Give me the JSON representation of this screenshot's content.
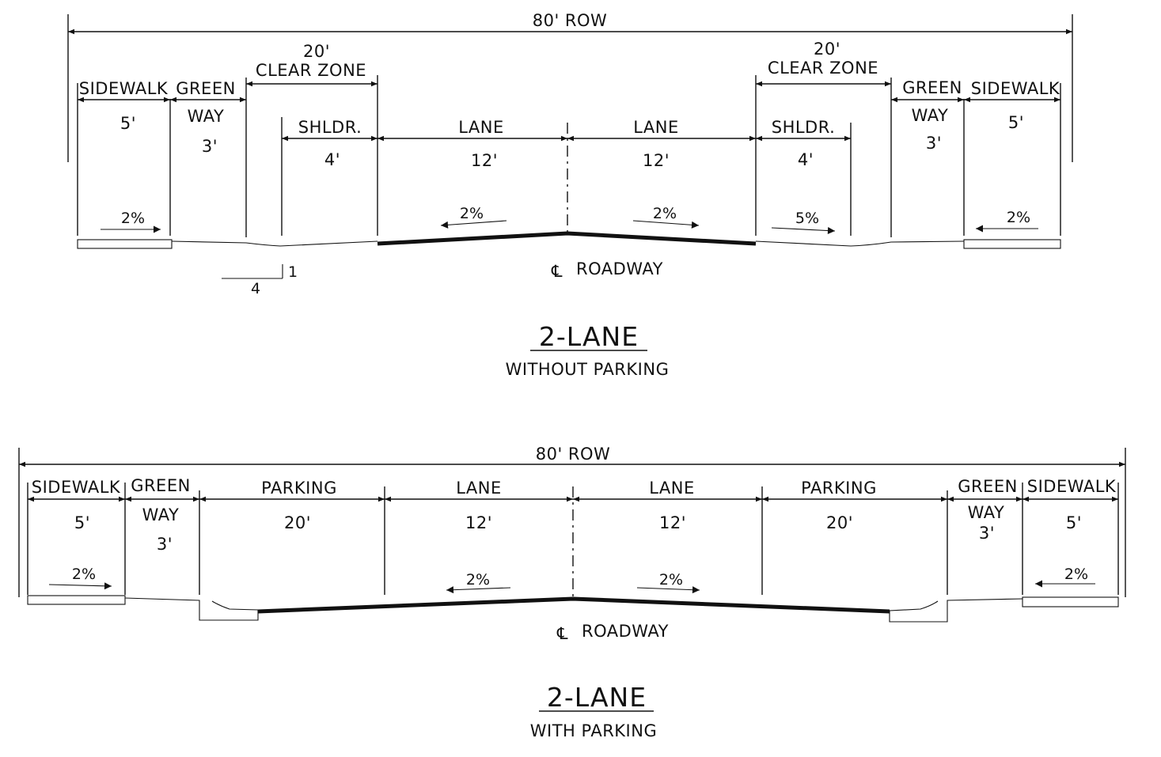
{
  "top": {
    "row": "80' ROW",
    "clear_zone_left_dim": "20'",
    "clear_zone_left_label": "CLEAR  ZONE",
    "clear_zone_right_dim": "20'",
    "clear_zone_right_label": "CLEAR  ZONE",
    "sidewalk_left_label": "SIDEWALK",
    "sidewalk_left_dim": "5'",
    "greenway_left_label1": "GREEN",
    "greenway_left_label2": "WAY",
    "greenway_left_dim": "3'",
    "shoulder_left_label": "SHLDR.",
    "shoulder_left_dim": "4'",
    "lane_left_label": "LANE",
    "lane_left_dim": "12'",
    "lane_right_label": "LANE",
    "lane_right_dim": "12'",
    "shoulder_right_label": "SHLDR.",
    "shoulder_right_dim": "4'",
    "greenway_right_label1": "GREEN",
    "greenway_right_label2": "WAY",
    "greenway_right_dim": "3'",
    "sidewalk_right_label": "SIDEWALK",
    "sidewalk_right_dim": "5'",
    "slope_sidewalk_left": "2%",
    "slope_lane_left": "2%",
    "slope_lane_right": "2%",
    "slope_shoulder_right": "5%",
    "slope_sidewalk_right": "2%",
    "slope_ratio_rise": "1",
    "slope_ratio_run": "4",
    "centerline_symbol": "℄",
    "centerline_label": "ROADWAY",
    "title": "2-LANE",
    "subtitle": "WITHOUT  PARKING"
  },
  "bottom": {
    "row": "80' ROW",
    "sidewalk_left_label": "SIDEWALK",
    "sidewalk_left_dim": "5'",
    "greenway_left_label1": "GREEN",
    "greenway_left_label2": "WAY",
    "greenway_left_dim": "3'",
    "parking_left_label": "PARKING",
    "parking_left_dim": "20'",
    "lane_left_label": "LANE",
    "lane_left_dim": "12'",
    "lane_right_label": "LANE",
    "lane_right_dim": "12'",
    "parking_right_label": "PARKING",
    "parking_right_dim": "20'",
    "greenway_right_label1": "GREEN",
    "greenway_right_label2": "WAY",
    "greenway_right_dim": "3'",
    "sidewalk_right_label": "SIDEWALK",
    "sidewalk_right_dim": "5'",
    "slope_sidewalk_left": "2%",
    "slope_lane_left": "2%",
    "slope_lane_right": "2%",
    "slope_sidewalk_right": "2%",
    "centerline_symbol": "℄",
    "centerline_label": "ROADWAY",
    "title": "2-LANE",
    "subtitle": "WITH  PARKING"
  }
}
